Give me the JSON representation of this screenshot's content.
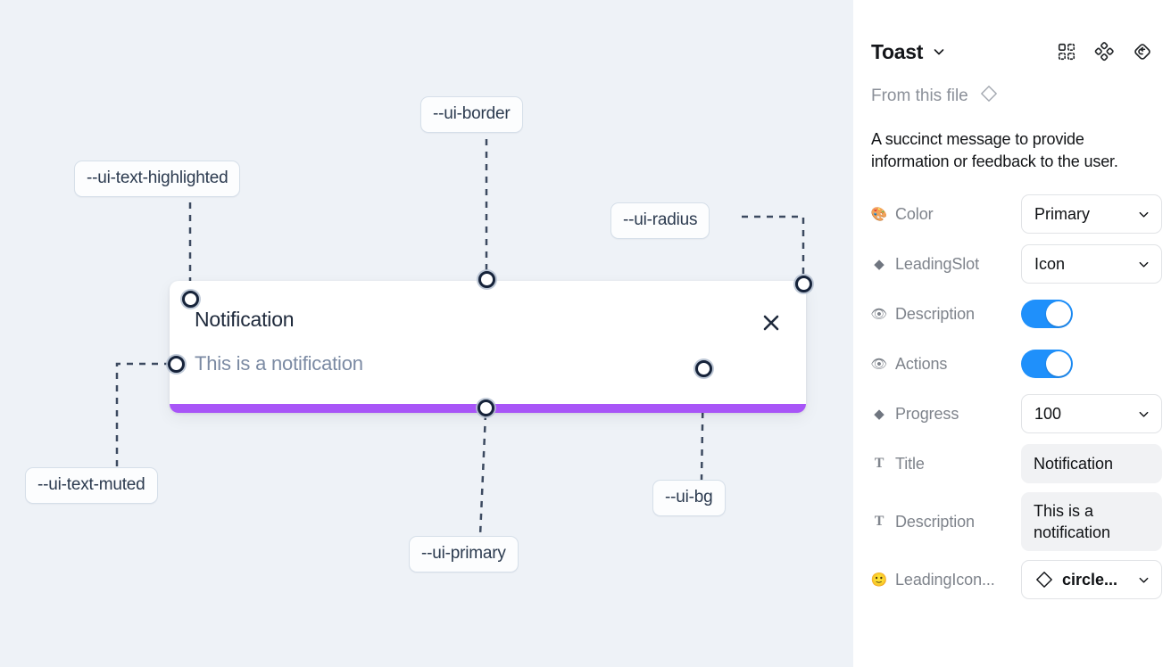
{
  "canvas": {
    "background_color": "#eef2f7",
    "toast": {
      "title": "Notification",
      "description": "This is a notification",
      "close_icon": "close-x-icon",
      "progress_color": "#a855f7",
      "progress_percent": 100,
      "background_color": "#ffffff"
    },
    "annotations": [
      {
        "id": "ui-text-highlighted",
        "label": "--ui-text-highlighted"
      },
      {
        "id": "ui-border",
        "label": "--ui-border"
      },
      {
        "id": "ui-radius",
        "label": "--ui-radius"
      },
      {
        "id": "ui-text-muted",
        "label": "--ui-text-muted"
      },
      {
        "id": "ui-primary",
        "label": "--ui-primary"
      },
      {
        "id": "ui-bg",
        "label": "--ui-bg"
      }
    ]
  },
  "panel": {
    "title": "Toast",
    "title_chevron_icon": "chevron-down-icon",
    "header_icons": [
      {
        "name": "component-grid-icon"
      },
      {
        "name": "variants-diamond-cluster-icon"
      },
      {
        "name": "reset-diamond-icon"
      }
    ],
    "from_this_file": {
      "label": "From this file",
      "icon": "diamond-outline-icon"
    },
    "description": "A succinct message to provide information or feedback to the user.",
    "properties": [
      {
        "icon": "palette-emoji-icon",
        "glyph": "🎨",
        "label": "Color",
        "control": "select",
        "value": "Primary"
      },
      {
        "icon": "diamond-solid-icon",
        "glyph": "◆",
        "label": "LeadingSlot",
        "control": "select",
        "value": "Icon"
      },
      {
        "icon": "eye-emoji-icon",
        "glyph": "👁",
        "label": "Description",
        "control": "toggle",
        "value": "on"
      },
      {
        "icon": "eye-emoji-icon",
        "glyph": "👁",
        "label": "Actions",
        "control": "toggle",
        "value": "on"
      },
      {
        "icon": "diamond-solid-icon",
        "glyph": "◆",
        "label": "Progress",
        "control": "select",
        "value": "100"
      },
      {
        "icon": "text-type-icon",
        "glyph": "T",
        "label": "Title",
        "control": "textbox",
        "value": "Notification"
      },
      {
        "icon": "text-type-icon",
        "glyph": "T",
        "label": "Description",
        "control": "textbox",
        "value": "This is a notification"
      },
      {
        "icon": "smiley-emoji-icon",
        "glyph": "🙂",
        "label": "LeadingIcon...",
        "control": "icon-select",
        "value": "circle..."
      }
    ],
    "accent_toggle_color": "#1f90fb"
  }
}
